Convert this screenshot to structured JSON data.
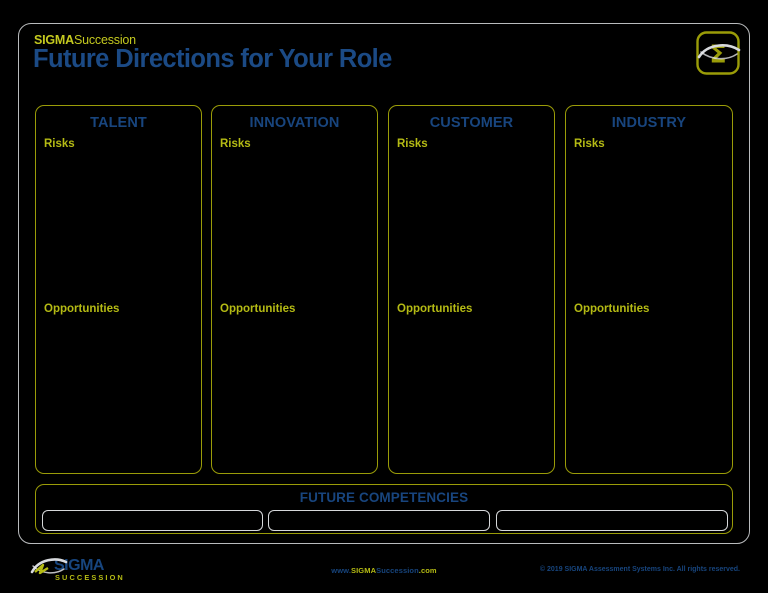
{
  "header": {
    "eyebrow_bold": "SIGMA",
    "eyebrow_regular": "Succession",
    "title": "Future Directions for Your Role",
    "logo_icon": "sigma-swoosh-logo"
  },
  "columns": [
    {
      "title": "TALENT",
      "risks_label": "Risks",
      "opportunities_label": "Opportunities",
      "risks_value": "",
      "opportunities_value": ""
    },
    {
      "title": "INNOVATION",
      "risks_label": "Risks",
      "opportunities_label": "Opportunities",
      "risks_value": "",
      "opportunities_value": ""
    },
    {
      "title": "CUSTOMER",
      "risks_label": "Risks",
      "opportunities_label": "Opportunities",
      "risks_value": "",
      "opportunities_value": ""
    },
    {
      "title": "INDUSTRY",
      "risks_label": "Risks",
      "opportunities_label": "Opportunities",
      "risks_value": "",
      "opportunities_value": ""
    }
  ],
  "future_competencies": {
    "title": "FUTURE COMPETENCIES",
    "inputs": [
      {
        "value": "",
        "placeholder": ""
      },
      {
        "value": "",
        "placeholder": ""
      },
      {
        "value": "",
        "placeholder": ""
      }
    ]
  },
  "footer": {
    "logo_icon": "sigma-succession-logo",
    "logo_primary": "SIGMA",
    "logo_secondary": "SUCCESSION",
    "url_prefix": "www.",
    "url_brand": "SIGMA",
    "url_word": "Succession",
    "url_suffix": ".com",
    "copyright": "© 2019 SIGMA Assessment Systems Inc. All rights reserved."
  },
  "colors": {
    "background": "#000000",
    "frame_border": "#b9bbbd",
    "olive": "#9a9c08",
    "olive_text": "#b5bb14",
    "navy": "#18457e",
    "input_border": "#d6d8da"
  }
}
